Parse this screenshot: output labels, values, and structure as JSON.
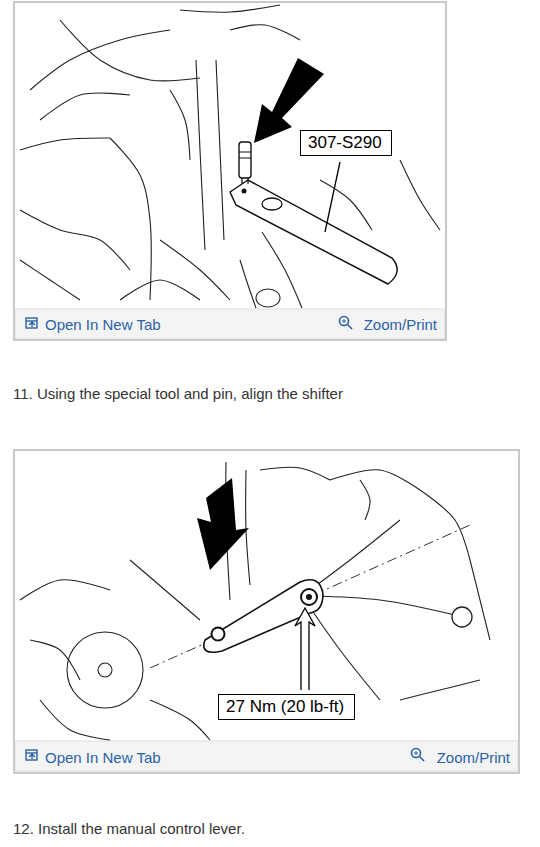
{
  "diagram": {
    "nodes": [
      {
        "text": [
          "Open In New Tab",
          "Zoom/Print"
        ]
      },
      {
        "text": [
          "307-S290"
        ],
        "in": 0
      },
      {
        "text": [
          "Open In New Tab",
          "Zoom/Print"
        ]
      },
      {
        "text": [
          "27 Nm (20 lb-ft)"
        ],
        "in": 2
      }
    ],
    "labels": [
      "11. Using the special tool and pin, align the shifter",
      "12. Install the manual control lever."
    ]
  }
}
